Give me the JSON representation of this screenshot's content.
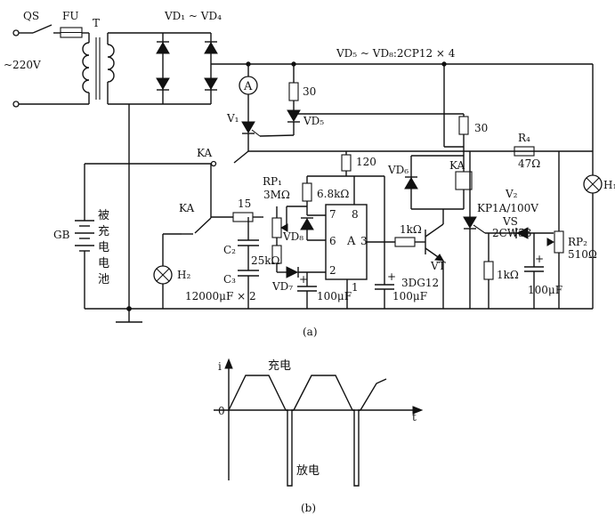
{
  "circuit": {
    "switch_qs": "QS",
    "fuse_fu": "FU",
    "transformer_t": "T",
    "mains_voltage": "~220V",
    "bridge_label": "VD₁ ~ VD₄",
    "diodes_note": "VD₅ ~ VD₈:2CP12 × 4",
    "ammeter": "A",
    "res_30_a": "30",
    "res_30_b": "30",
    "thyristor_v1": "V₁",
    "diode_vd5": "VD₅",
    "relay_contact_ka1": "KA",
    "relay_contact_ka2": "KA",
    "relay_coil_ka": "KA",
    "res_15": "15",
    "res_120": "120",
    "pot_rp1": "RP₁",
    "pot_rp1_value": "3MΩ",
    "res_6k8": "6.8kΩ",
    "res_25k": "25kΩ",
    "diode_vd8": "VD₈",
    "diode_vd7": "VD₇",
    "diode_vd6": "VD₆",
    "cap_c2": "C₂",
    "cap_c3": "C₃",
    "cap_c_value": "12000μF × 2",
    "lamp_h2": "H₂",
    "lamp_h1": "H₁",
    "battery_gb": "GB",
    "battery_desc_1": "被",
    "battery_desc_2": "充",
    "battery_desc_3": "电",
    "battery_desc_4": "电",
    "battery_desc_5": "池",
    "ic_a": "A",
    "ic_pin7": "7",
    "ic_pin8": "8",
    "ic_pin6": "6",
    "ic_pin2": "2",
    "ic_pin3": "3",
    "ic_pin1": "1",
    "cap_100uF_a": "100μF",
    "cap_100uF_b": "100μF",
    "cap_100uF_c": "100μF",
    "res_1k_base": "1kΩ",
    "transistor_vt": "VT",
    "transistor_model": "3DG12",
    "res_r4": "R₄",
    "res_r4_value": "47Ω",
    "thyristor_v2": "V₂",
    "thyristor_v2_model": "KP1A/100V",
    "zener_vs": "VS",
    "zener_model": "2CW53",
    "pot_rp2": "RP₂",
    "pot_rp2_value": "510Ω",
    "res_1k_gate": "1kΩ",
    "caption": "(a)"
  },
  "waveform": {
    "y_axis": "i",
    "x_axis": "t",
    "zero": "0",
    "charge_label": "充电",
    "discharge_label": "放电",
    "caption": "(b)"
  }
}
